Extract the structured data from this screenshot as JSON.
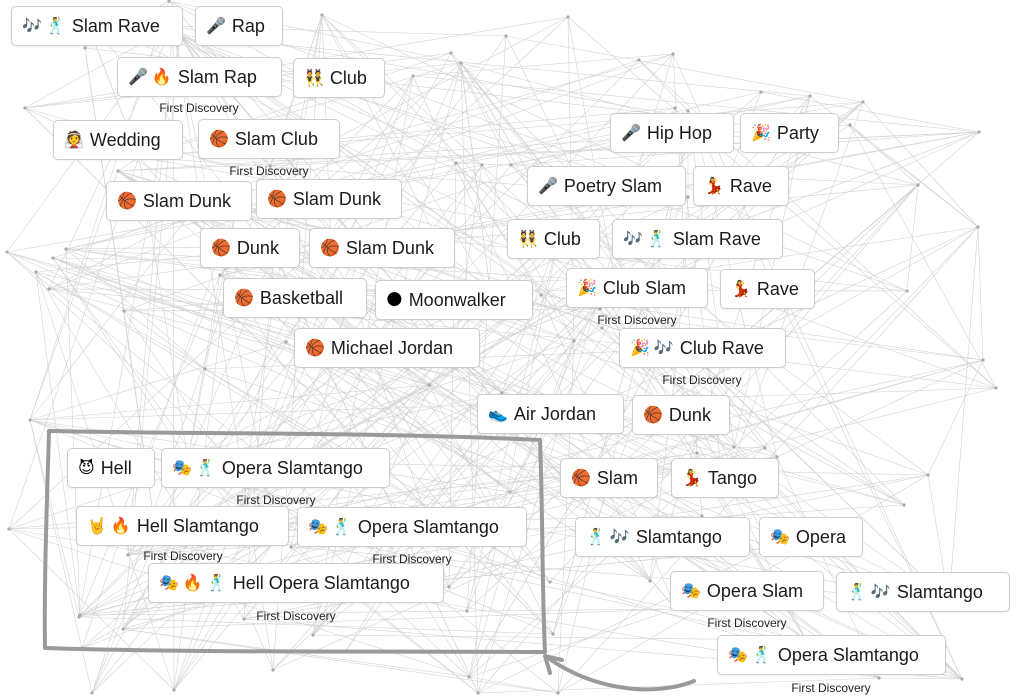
{
  "discovery_label": "First Discovery",
  "elements": [
    {
      "id": "e1",
      "icons": [
        "🎶",
        "🕺"
      ],
      "label": "Slam Rave"
    },
    {
      "id": "e2",
      "icons": [
        "🎤"
      ],
      "label": "Rap"
    },
    {
      "id": "e3",
      "icons": [
        "🎤",
        "🔥"
      ],
      "label": "Slam Rap",
      "first_discovery": true
    },
    {
      "id": "e4",
      "icons": [
        "👯"
      ],
      "label": "Club"
    },
    {
      "id": "e5",
      "icons": [
        "👰"
      ],
      "label": "Wedding"
    },
    {
      "id": "e6",
      "icons": [
        "🏀"
      ],
      "label": "Slam Club",
      "first_discovery": true
    },
    {
      "id": "e7",
      "icons": [
        "🏀"
      ],
      "label": "Slam Dunk"
    },
    {
      "id": "e8",
      "icons": [
        "🏀"
      ],
      "label": "Slam Dunk"
    },
    {
      "id": "e9",
      "icons": [
        "🏀"
      ],
      "label": "Dunk"
    },
    {
      "id": "e10",
      "icons": [
        "🏀"
      ],
      "label": "Slam Dunk"
    },
    {
      "id": "e11",
      "icons": [
        "🏀"
      ],
      "label": "Basketball"
    },
    {
      "id": "e12",
      "icons": [
        "🌑"
      ],
      "label": "Moonwalker"
    },
    {
      "id": "e13",
      "icons": [
        "🏀"
      ],
      "label": "Michael Jordan"
    },
    {
      "id": "e14",
      "icons": [
        "🎤"
      ],
      "label": "Hip Hop"
    },
    {
      "id": "e15",
      "icons": [
        "🎉"
      ],
      "label": "Party"
    },
    {
      "id": "e16",
      "icons": [
        "🎤"
      ],
      "label": "Poetry Slam"
    },
    {
      "id": "e17",
      "icons": [
        "💃"
      ],
      "label": "Rave"
    },
    {
      "id": "e18",
      "icons": [
        "👯"
      ],
      "label": "Club"
    },
    {
      "id": "e19",
      "icons": [
        "🎶",
        "🕺"
      ],
      "label": "Slam Rave"
    },
    {
      "id": "e20",
      "icons": [
        "🎉"
      ],
      "label": "Club Slam",
      "first_discovery": true
    },
    {
      "id": "e21",
      "icons": [
        "💃"
      ],
      "label": "Rave"
    },
    {
      "id": "e22",
      "icons": [
        "🎉",
        "🎶"
      ],
      "label": "Club Rave",
      "first_discovery": true
    },
    {
      "id": "e23",
      "icons": [
        "👟"
      ],
      "label": "Air Jordan"
    },
    {
      "id": "e24",
      "icons": [
        "🏀"
      ],
      "label": "Dunk"
    },
    {
      "id": "e25",
      "icons": [
        "😈"
      ],
      "label": "Hell"
    },
    {
      "id": "e26",
      "icons": [
        "🎭",
        "🕺"
      ],
      "label": "Opera Slamtango",
      "first_discovery": true
    },
    {
      "id": "e27",
      "icons": [
        "🤘",
        "🔥"
      ],
      "label": "Hell Slamtango",
      "first_discovery": true
    },
    {
      "id": "e28",
      "icons": [
        "🎭",
        "🕺"
      ],
      "label": "Opera Slamtango",
      "first_discovery": true
    },
    {
      "id": "e29",
      "icons": [
        "🎭",
        "🔥",
        "🕺"
      ],
      "label": "Hell Opera Slamtango",
      "first_discovery": true
    },
    {
      "id": "e30",
      "icons": [
        "🏀"
      ],
      "label": "Slam"
    },
    {
      "id": "e31",
      "icons": [
        "💃"
      ],
      "label": "Tango"
    },
    {
      "id": "e32",
      "icons": [
        "🕺",
        "🎶"
      ],
      "label": "Slamtango"
    },
    {
      "id": "e33",
      "icons": [
        "🎭"
      ],
      "label": "Opera"
    },
    {
      "id": "e34",
      "icons": [
        "🎭"
      ],
      "label": "Opera Slam",
      "first_discovery": true
    },
    {
      "id": "e35",
      "icons": [
        "🕺",
        "🎶"
      ],
      "label": "Slamtango"
    },
    {
      "id": "e36",
      "icons": [
        "🎭",
        "🕺"
      ],
      "label": "Opera Slamtango",
      "first_discovery": true
    }
  ],
  "colors": {
    "chip_border": "#c9ced6",
    "web_line": "#c4c4c4",
    "annotation": "#9a9a9a"
  }
}
